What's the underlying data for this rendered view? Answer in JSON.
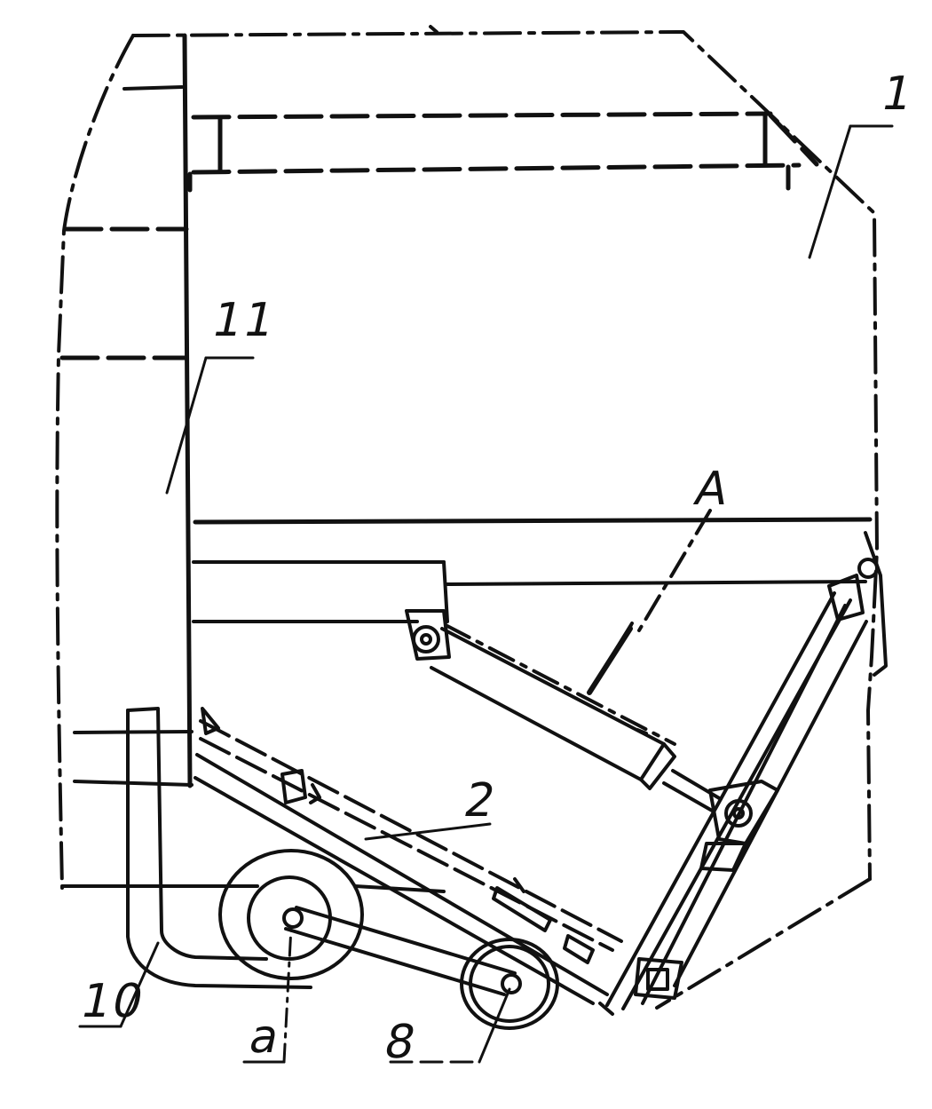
{
  "labels": {
    "label_1": "1",
    "label_11": "11",
    "label_A": "A",
    "label_2": "2",
    "label_10": "10",
    "label_a": "a",
    "label_8": "8"
  },
  "colors": {
    "line": "#111111",
    "background": "#ffffff"
  }
}
